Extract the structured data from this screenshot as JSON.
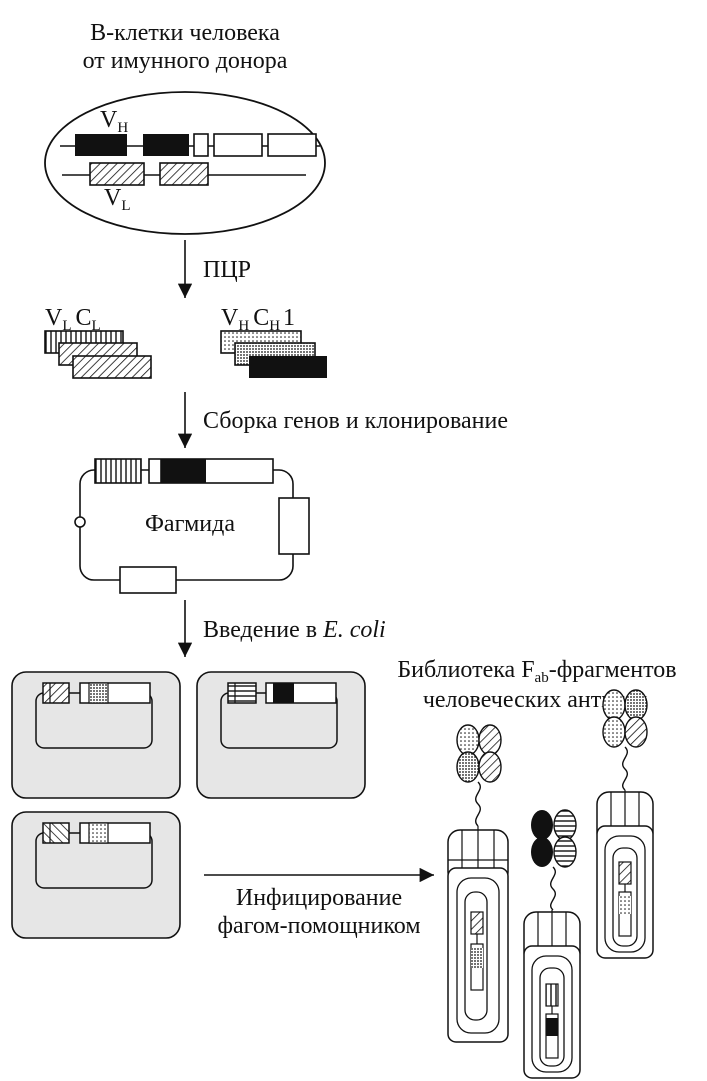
{
  "title": {
    "line1": "В-клетки человека",
    "line2": "от имунного донора"
  },
  "cell": {
    "vh_main": "V",
    "vh_sub": "H",
    "vl_main": "V",
    "vl_sub": "L"
  },
  "steps": {
    "pcr": "ПЦР",
    "assembly": "Сборка генов и клонирование",
    "intro_prefix": "Введение в ",
    "intro_italic": "E. coli",
    "infection_line1": "Инфицирование",
    "infection_line2": "фагом-помощником"
  },
  "pcr_products": {
    "light": {
      "v": "V",
      "v_sub": "L",
      "c": "C",
      "c_sub": "L"
    },
    "heavy": {
      "v": "V",
      "v_sub": "H",
      "c": "C",
      "c_sub": "H",
      "suffix": "1"
    }
  },
  "phagemid": {
    "label": "Фагмида"
  },
  "library": {
    "line1_prefix": "Библиотека F",
    "line1_sub": "ab",
    "line1_suffix": "-фрагментов",
    "line2": "человеческих антител"
  },
  "colors": {
    "ink": "#111111",
    "cell_fill": "#e6e6e6",
    "background": "#ffffff"
  }
}
